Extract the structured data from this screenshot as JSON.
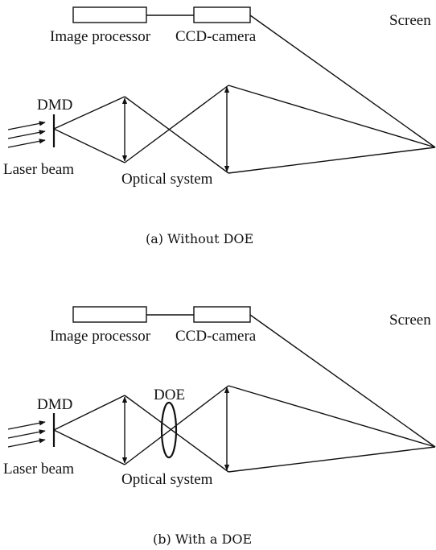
{
  "colors": {
    "ink": "#111111",
    "background": "#ffffff"
  },
  "panel_a": {
    "image_processor": "Image processor",
    "ccd_camera": "CCD-camera",
    "screen": "Screen",
    "dmd": "DMD",
    "laser_beam": "Laser beam",
    "optical_system": "Optical system",
    "caption": "(a) Without DOE"
  },
  "panel_b": {
    "image_processor": "Image processor",
    "ccd_camera": "CCD-camera",
    "screen": "Screen",
    "dmd": "DMD",
    "doe": "DOE",
    "laser_beam": "Laser beam",
    "optical_system": "Optical system",
    "caption": "(b) With a DOE"
  }
}
